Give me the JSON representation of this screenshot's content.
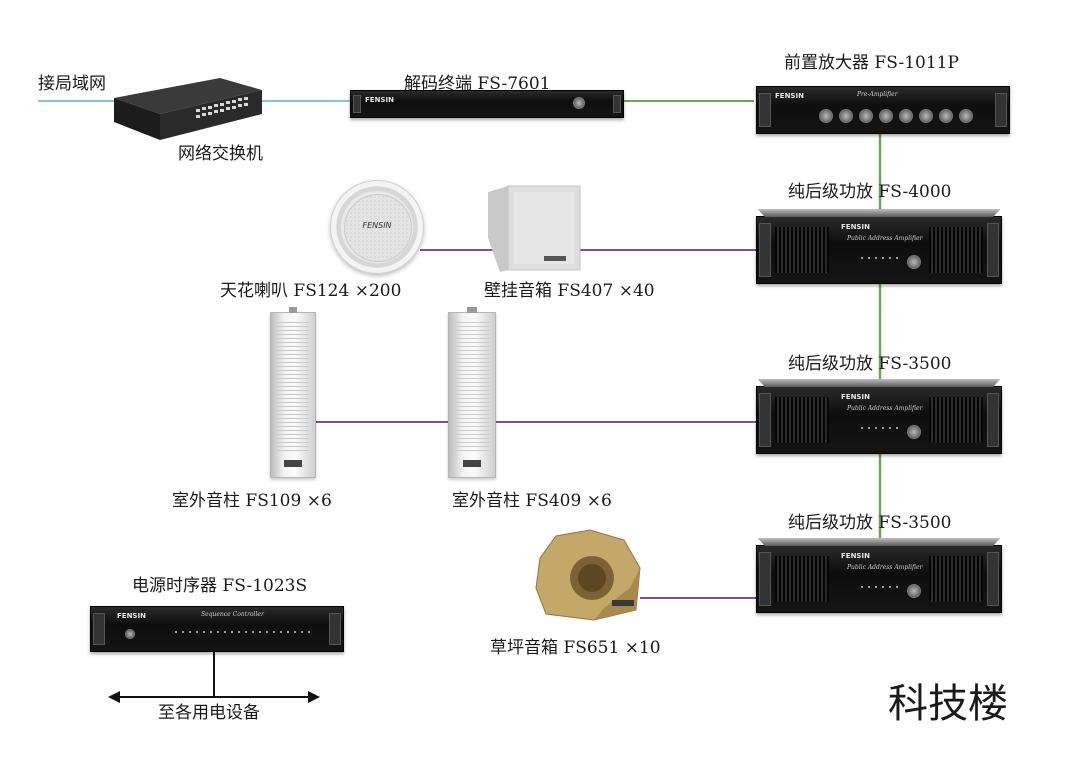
{
  "labels": {
    "lan": "接局域网",
    "switch": "网络交换机",
    "decoder": "解码终端 FS-7601",
    "preamp": "前置放大器 FS-1011P",
    "amp1": "纯后级功放 FS-4000",
    "amp2": "纯后级功放 FS-3500",
    "amp3": "纯后级功放 FS-3500",
    "ceiling": "天花喇叭 FS124 ×200",
    "wall": "壁挂音箱 FS407 ×40",
    "column1": "室外音柱 FS109 ×6",
    "column2": "室外音柱 FS409 ×6",
    "lawn": "草坪音箱 FS651 ×10",
    "sequencer": "电源时序器 FS-1023S",
    "to_devices": "至各用电设备",
    "building": "科技楼"
  },
  "brand_marks": {
    "rack_brand": "FENSIN",
    "ceiling_brand": "FENSIN",
    "amp_panel": "Public Address Amplifier",
    "preamp_panel": "Pre-Amplifier",
    "sequencer_panel": "Sequence Controller"
  },
  "colors": {
    "network_line": "#8bbedc",
    "control_line": "#6aa84f",
    "speaker_line": "#7a4f9a",
    "power_line": "#111111"
  }
}
